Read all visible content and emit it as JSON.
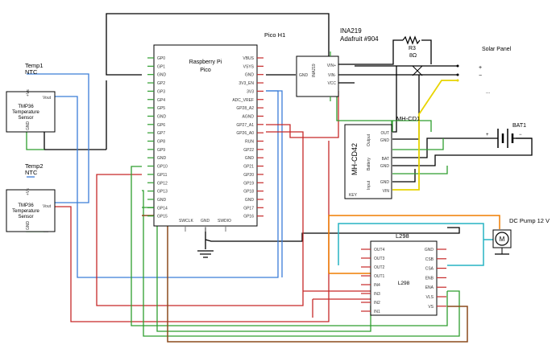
{
  "pico": {
    "title": "Pico H1",
    "name_line1": "Raspberry Pi",
    "name_line2": "Pico",
    "left_pins": [
      "GP0",
      "GP1",
      "GND",
      "GP2",
      "GP3",
      "GP4",
      "GP5",
      "GND",
      "GP6",
      "GP7",
      "GP8",
      "GP9",
      "GND",
      "GP10",
      "GP11",
      "GP12",
      "GP13",
      "GND",
      "GP14",
      "GP15"
    ],
    "right_pins": [
      "VBUS",
      "VSYS",
      "GND",
      "3V3_EN",
      "3V3",
      "ADC_VREF",
      "GP28_A2",
      "AGND",
      "GP27_A1",
      "GP26_A0",
      "RUN",
      "GP22",
      "GND",
      "GP21",
      "GP20",
      "GP19",
      "GP18",
      "GND",
      "GP17",
      "GP16"
    ],
    "bottom_pins": [
      "SWCLK",
      "GND",
      "SWDIO"
    ]
  },
  "ina": {
    "title": "INA219",
    "subtitle": "Adafruit #904",
    "left_pin": "GND",
    "right_pins": [
      "VIN+",
      "VIN-",
      "VCC"
    ],
    "chip_label": "INA219"
  },
  "resistor": {
    "name": "R3",
    "value": "8Ω"
  },
  "solar": {
    "label": "Solar Panel",
    "plus": "+",
    "minus": "−",
    "dots": "..."
  },
  "charger": {
    "title": "MH-CD1",
    "name": "MH-CD42",
    "key": "KEY",
    "pins": [
      "OUT",
      "GND",
      "BAT",
      "GND",
      "GND",
      "VIN"
    ],
    "groups": [
      "Output",
      "Battery",
      "Input"
    ]
  },
  "battery": {
    "label": "BAT1",
    "plus": "+",
    "minus": "−"
  },
  "sensor1": {
    "title_line1": "Temp1",
    "title_line2": "NTC",
    "body_line1": "TMP36",
    "body_line2": "Temperature",
    "body_line3": "Sensor",
    "pins": [
      "Vout",
      "+Vs",
      "GND"
    ]
  },
  "sensor2": {
    "title_line1": "Temp2",
    "title_line2": "NTC",
    "body_line1": "TMP36",
    "body_line2": "Temperature",
    "body_line3": "Sensor",
    "pins": [
      "Vout",
      "+Vs",
      "GND"
    ]
  },
  "pump": {
    "label": "DC Pump 12 V",
    "symbol": "M"
  },
  "driver": {
    "title": "L298",
    "center": "L298",
    "left_pins": [
      "OUT4",
      "OUT3",
      "OUT2",
      "OUT1",
      "IN4",
      "IN3",
      "IN2",
      "IN1"
    ],
    "right_pins": [
      "GND",
      "CSB",
      "CSA",
      "ENB",
      "ENA",
      "VLS",
      "VS"
    ]
  },
  "colors": {
    "blue": "#3b7dd8",
    "red": "#c62828",
    "green": "#2e9e2e",
    "yellow": "#e8d400",
    "orange": "#ef7d00",
    "cyan": "#27b3c4",
    "brown": "#8b4a1c",
    "black": "#000000"
  }
}
